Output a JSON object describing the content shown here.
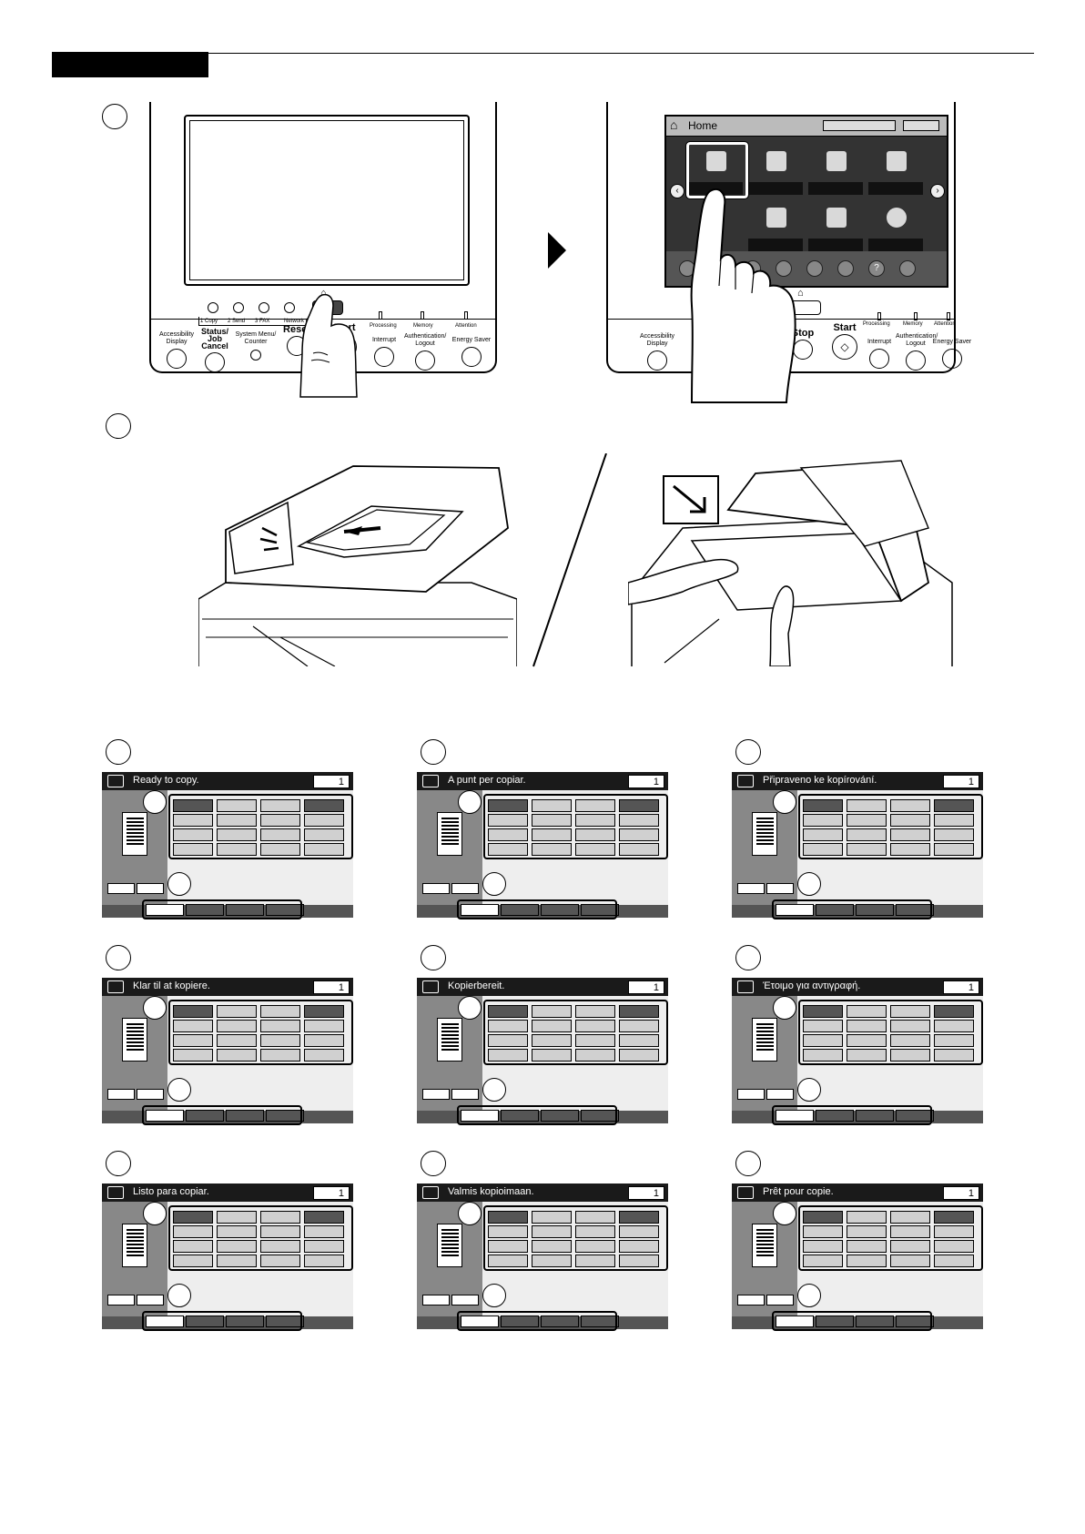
{
  "header": {},
  "home_screen": {
    "title": "Home"
  },
  "panel_left": {
    "func_keys": [
      "Copy",
      "Send",
      "FAX",
      "Network Guide"
    ],
    "func_nums": [
      "1",
      "2",
      "3",
      ""
    ],
    "keys": {
      "accessibility": "Accessibility Display",
      "status": "Status/ Job Cancel",
      "system": "System Menu/ Counter",
      "reset": "Reset",
      "start": "Start",
      "interrupt": "Interrupt",
      "auth": "Authentication/ Logout",
      "energy": "Energy Saver"
    },
    "indicators": [
      "Processing",
      "Memory",
      "Attention"
    ]
  },
  "panel_right": {
    "keys": {
      "accessibility": "Accessibility Display",
      "stop": "Stop",
      "start": "Start",
      "interrupt": "Interrupt",
      "auth": "Authentication/ Logout",
      "energy": "Energy Saver"
    },
    "indicators": [
      "Processing",
      "Memory",
      "Attention"
    ]
  },
  "copy_screens": [
    {
      "title": "Ready to copy.",
      "count": "1"
    },
    {
      "title": "A punt per copiar.",
      "count": "1"
    },
    {
      "title": "Připraveno ke kopírování.",
      "count": "1"
    },
    {
      "title": "Klar til at kopiere.",
      "count": "1"
    },
    {
      "title": "Kopierbereit.",
      "count": "1"
    },
    {
      "title": "Έτοιμο για αντιγραφή.",
      "count": "1"
    },
    {
      "title": "Listo para copiar.",
      "count": "1"
    },
    {
      "title": "Valmis kopioimaan.",
      "count": "1"
    },
    {
      "title": "Prêt pour copie.",
      "count": "1"
    }
  ]
}
